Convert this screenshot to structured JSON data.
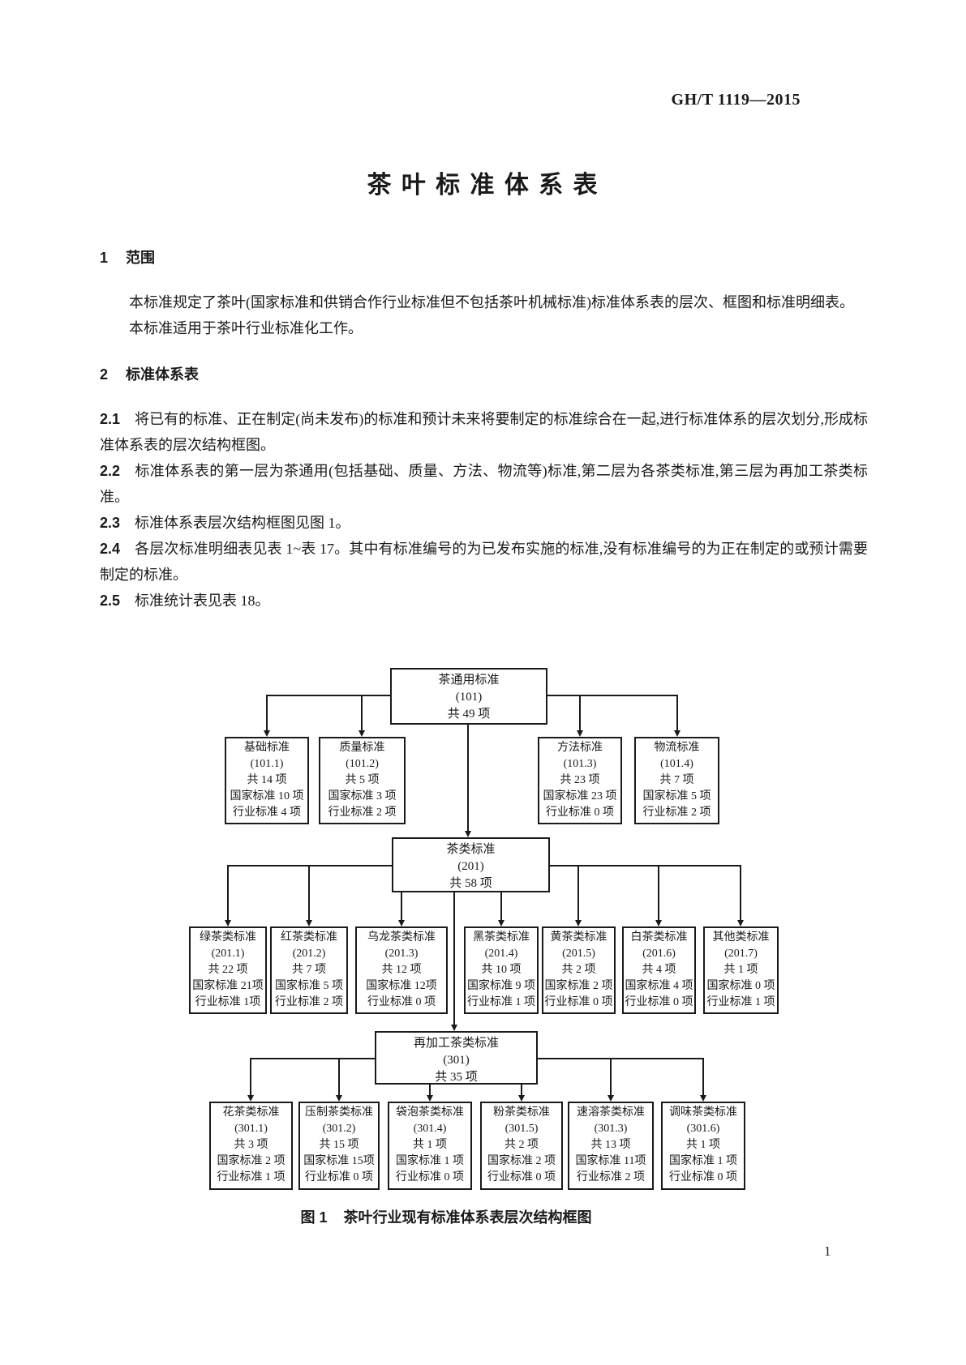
{
  "header": {
    "doc_number": "GH/T 1119—2015"
  },
  "title": "茶 叶 标 准 体 系 表",
  "section1": {
    "number": "1",
    "heading": "范围",
    "paragraphs": [
      "本标准规定了茶叶(国家标准和供销合作行业标准但不包括茶叶机械标准)标准体系表的层次、框图和标准明细表。",
      "本标准适用于茶叶行业标准化工作。"
    ]
  },
  "section2": {
    "number": "2",
    "heading": "标准体系表",
    "clauses": [
      {
        "number": "2.1",
        "text": "将已有的标准、正在制定(尚未发布)的标准和预计未来将要制定的标准综合在一起,进行标准体系的层次划分,形成标准体系表的层次结构框图。"
      },
      {
        "number": "2.2",
        "text": "标准体系表的第一层为茶通用(包括基础、质量、方法、物流等)标准,第二层为各茶类标准,第三层为再加工茶类标准。"
      },
      {
        "number": "2.3",
        "text": "标准体系表层次结构框图见图 1。"
      },
      {
        "number": "2.4",
        "text": "各层次标准明细表见表 1~表 17。其中有标准编号的为已发布实施的标准,没有标准编号的为正在制定的或预计需要制定的标准。"
      },
      {
        "number": "2.5",
        "text": "标准统计表见表 18。"
      }
    ]
  },
  "figure": {
    "caption_label": "图 1",
    "caption_text": "茶叶行业现有标准体系表层次结构框图",
    "nodes": [
      {
        "id": "general",
        "lines": [
          "茶通用标准",
          "(101)",
          "共 49 项"
        ]
      },
      {
        "id": "basic",
        "lines": [
          "基础标准",
          "(101.1)",
          "共 14 项",
          "国家标准 10 项",
          "行业标准 4 项"
        ]
      },
      {
        "id": "quality",
        "lines": [
          "质量标准",
          "(101.2)",
          "共 5 项",
          "国家标准 3 项",
          "行业标准 2 项"
        ]
      },
      {
        "id": "method",
        "lines": [
          "方法标准",
          "(101.3)",
          "共 23 项",
          "国家标准 23 项",
          "行业标准 0 项"
        ]
      },
      {
        "id": "logistics",
        "lines": [
          "物流标准",
          "(101.4)",
          "共 7 项",
          "国家标准 5 项",
          "行业标准 2 项"
        ]
      },
      {
        "id": "tea-cat",
        "lines": [
          "茶类标准",
          "(201)",
          "共 58 项"
        ]
      },
      {
        "id": "green",
        "lines": [
          "绿茶类标准",
          "(201.1)",
          "共 22 项",
          "国家标准 21项",
          "行业标准 1项"
        ]
      },
      {
        "id": "red",
        "lines": [
          "红茶类标准",
          "(201.2)",
          "共 7 项",
          "国家标准 5 项",
          "行业标准 2 项"
        ]
      },
      {
        "id": "oolong",
        "lines": [
          "乌龙茶类标准",
          "(201.3)",
          "共 12 项",
          "国家标准 12项",
          "行业标准 0 项"
        ]
      },
      {
        "id": "dark",
        "lines": [
          "黑茶类标准",
          "(201.4)",
          "共 10 项",
          "国家标准 9 项",
          "行业标准 1 项"
        ]
      },
      {
        "id": "yellow",
        "lines": [
          "黄茶类标准",
          "(201.5)",
          "共 2 项",
          "国家标准 2 项",
          "行业标准 0 项"
        ]
      },
      {
        "id": "white",
        "lines": [
          "白茶类标准",
          "(201.6)",
          "共 4 项",
          "国家标准 4 项",
          "行业标准 0 项"
        ]
      },
      {
        "id": "other",
        "lines": [
          "其他类标准",
          "(201.7)",
          "共 1 项",
          "国家标准 0 项",
          "行业标准 1 项"
        ]
      },
      {
        "id": "reprocessed",
        "lines": [
          "再加工茶类标准",
          "(301)",
          "共 35 项"
        ]
      },
      {
        "id": "flower",
        "lines": [
          "花茶类标准",
          "(301.1)",
          "共 3 项",
          "国家标准 2 项",
          "行业标准 1 项"
        ]
      },
      {
        "id": "compressed",
        "lines": [
          "压制茶类标准",
          "(301.2)",
          "共 15 项",
          "国家标准 15项",
          "行业标准 0 项"
        ]
      },
      {
        "id": "teabag",
        "lines": [
          "袋泡茶类标准",
          "(301.4)",
          "共 1 项",
          "国家标准 1 项",
          "行业标准 0 项"
        ]
      },
      {
        "id": "powder",
        "lines": [
          "粉茶类标准",
          "(301.5)",
          "共 2 项",
          "国家标准 2 项",
          "行业标准 0 项"
        ]
      },
      {
        "id": "instant",
        "lines": [
          "速溶茶类标准",
          "(301.3)",
          "共 13 项",
          "国家标准 11项",
          "行业标准 2 项"
        ]
      },
      {
        "id": "flavored",
        "lines": [
          "调味茶类标准",
          "(301.6)",
          "共 1 项",
          "国家标准 1 项",
          "行业标准 0 项"
        ]
      }
    ]
  },
  "page_number": "1"
}
